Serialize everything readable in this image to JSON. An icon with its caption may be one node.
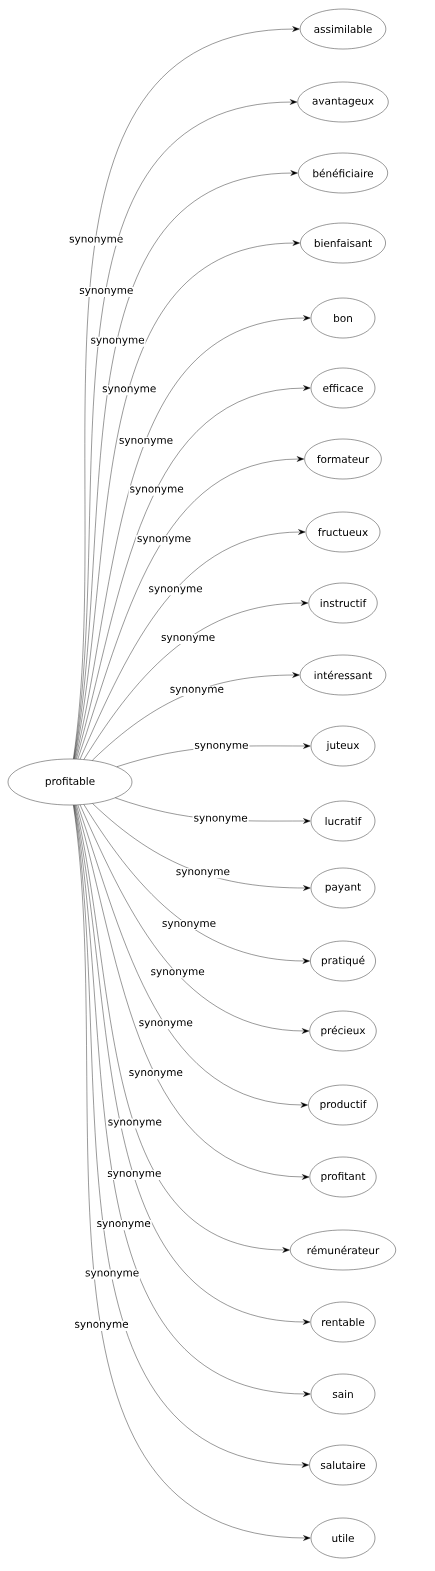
{
  "diagram": {
    "nodes": [
      {
        "text": [
          "profitable"
        ]
      },
      {
        "text": [
          "assimilable"
        ]
      },
      {
        "text": [
          "avantageux"
        ]
      },
      {
        "text": [
          "bénéficiaire"
        ]
      },
      {
        "text": [
          "bienfaisant"
        ]
      },
      {
        "text": [
          "bon"
        ]
      },
      {
        "text": [
          "efficace"
        ]
      },
      {
        "text": [
          "formateur"
        ]
      },
      {
        "text": [
          "fructueux"
        ]
      },
      {
        "text": [
          "instructif"
        ]
      },
      {
        "text": [
          "intéressant"
        ]
      },
      {
        "text": [
          "juteux"
        ]
      },
      {
        "text": [
          "lucratif"
        ]
      },
      {
        "text": [
          "payant"
        ]
      },
      {
        "text": [
          "pratiqué"
        ]
      },
      {
        "text": [
          "précieux"
        ]
      },
      {
        "text": [
          "productif"
        ]
      },
      {
        "text": [
          "profitant"
        ]
      },
      {
        "text": [
          "rémunérateur"
        ]
      },
      {
        "text": [
          "rentable"
        ]
      },
      {
        "text": [
          "sain"
        ]
      },
      {
        "text": [
          "salutaire"
        ]
      },
      {
        "text": [
          "utile"
        ]
      }
    ],
    "edges": [
      {
        "from": 0,
        "to": 1,
        "arrow": "to",
        "label": "synonyme"
      },
      {
        "from": 0,
        "to": 2,
        "arrow": "to",
        "label": "synonyme"
      },
      {
        "from": 0,
        "to": 3,
        "arrow": "to",
        "label": "synonyme"
      },
      {
        "from": 0,
        "to": 4,
        "arrow": "to",
        "label": "synonyme"
      },
      {
        "from": 0,
        "to": 5,
        "arrow": "to",
        "label": "synonyme"
      },
      {
        "from": 0,
        "to": 6,
        "arrow": "to",
        "label": "synonyme"
      },
      {
        "from": 0,
        "to": 7,
        "arrow": "to",
        "label": "synonyme"
      },
      {
        "from": 0,
        "to": 8,
        "arrow": "to",
        "label": "synonyme"
      },
      {
        "from": 0,
        "to": 9,
        "arrow": "to",
        "label": "synonyme"
      },
      {
        "from": 0,
        "to": 10,
        "arrow": "to",
        "label": "synonyme"
      },
      {
        "from": 0,
        "to": 11,
        "arrow": "to",
        "label": "synonyme"
      },
      {
        "from": 0,
        "to": 12,
        "arrow": "to",
        "label": "synonyme"
      },
      {
        "from": 0,
        "to": 13,
        "arrow": "to",
        "label": "synonyme"
      },
      {
        "from": 0,
        "to": 14,
        "arrow": "to",
        "label": "synonyme"
      },
      {
        "from": 0,
        "to": 15,
        "arrow": "to",
        "label": "synonyme"
      },
      {
        "from": 0,
        "to": 16,
        "arrow": "to",
        "label": "synonyme"
      },
      {
        "from": 0,
        "to": 17,
        "arrow": "to",
        "label": "synonyme"
      },
      {
        "from": 0,
        "to": 18,
        "arrow": "to",
        "label": "synonyme"
      },
      {
        "from": 0,
        "to": 19,
        "arrow": "to",
        "label": "synonyme"
      },
      {
        "from": 0,
        "to": 20,
        "arrow": "to",
        "label": "synonyme"
      },
      {
        "from": 0,
        "to": 21,
        "arrow": "to",
        "label": "synonyme"
      },
      {
        "from": 0,
        "to": 22,
        "arrow": "to",
        "label": "synonyme"
      }
    ]
  }
}
